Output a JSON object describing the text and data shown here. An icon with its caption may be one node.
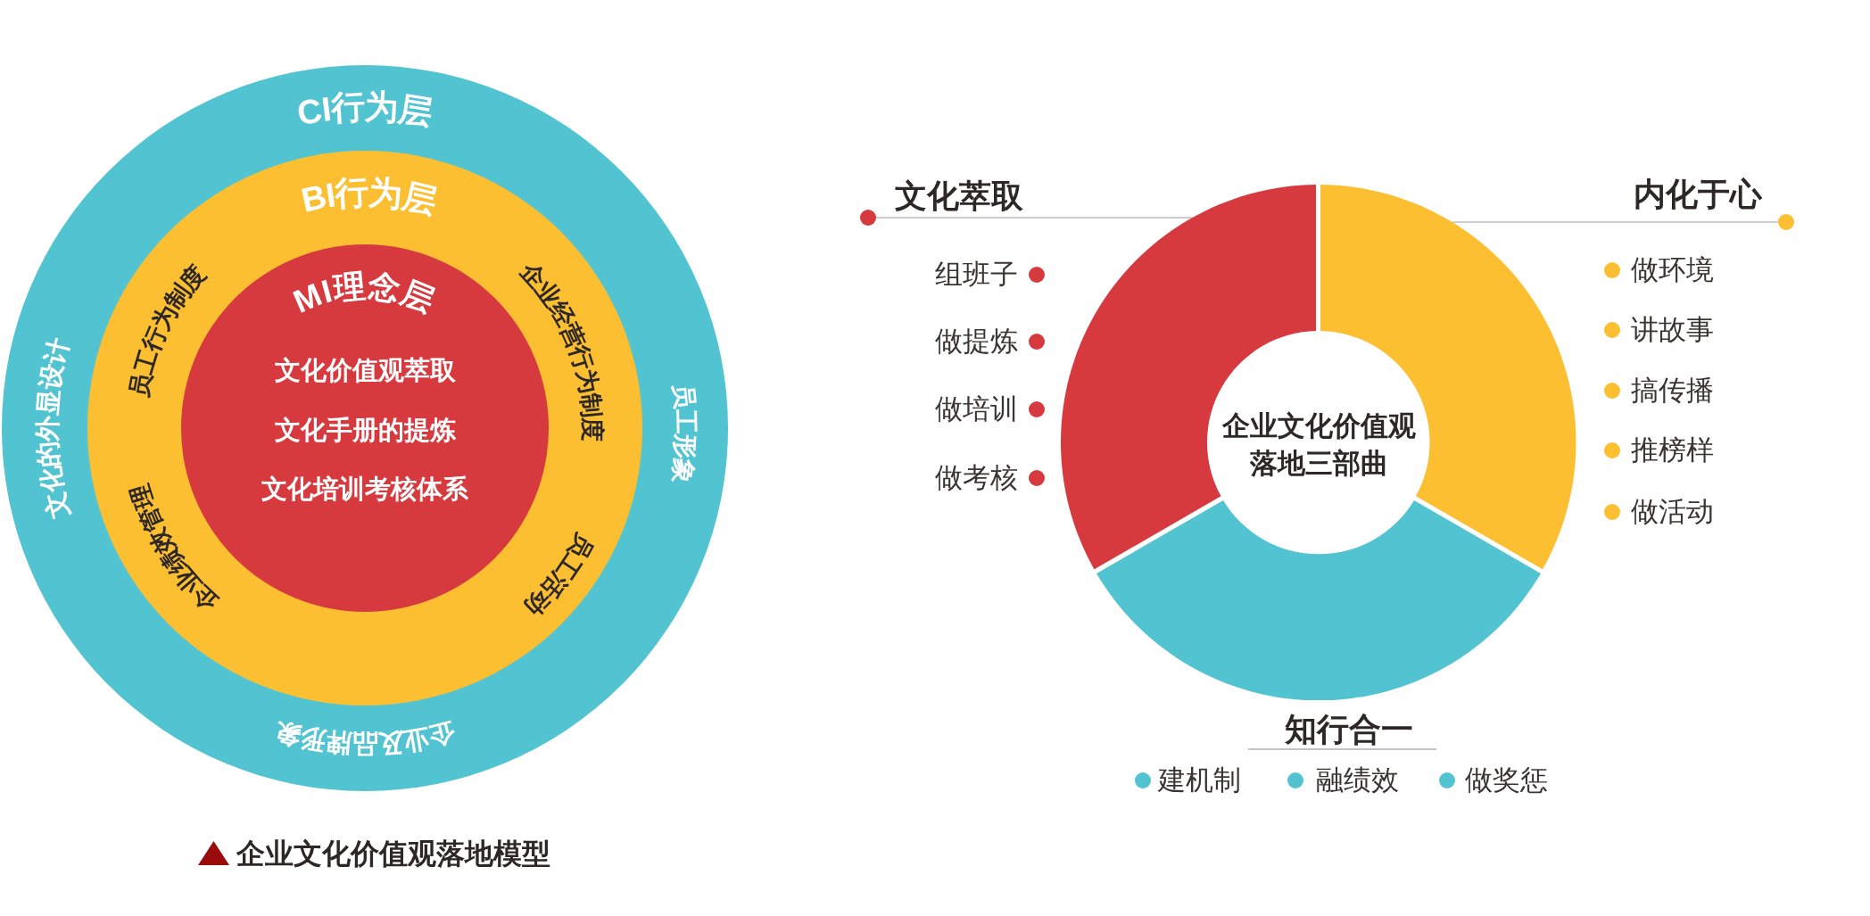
{
  "diagram": {
    "caption": "企业文化价值观落地模型",
    "nodes": [
      {
        "text": [
          "CI行为层",
          "文化的外显设计",
          "员工形象",
          "企业及品牌形象"
        ]
      },
      {
        "text": [
          "BI行为层",
          "员工行为制度",
          "企业经营行为制度",
          "企业绩效管理",
          "员工活动"
        ],
        "in": 0
      },
      {
        "text": [
          "MI理念层",
          "文化价值观萃取",
          "文化手册的提炼",
          "文化培训考核体系"
        ],
        "in": 1
      },
      {
        "text": [
          "文化萃取"
        ]
      },
      {
        "text": [
          "内化于心"
        ]
      },
      {
        "text": [],
        "shape": "arc"
      },
      {
        "text": [],
        "shape": "arc"
      },
      {
        "text": [],
        "shape": "arc",
        "beside": [
          "知行合一"
        ]
      },
      {
        "text": [
          "企业文化价值观落地三部曲"
        ]
      }
    ],
    "edges": [
      {
        "from": 3,
        "to": 5,
        "arrow": "other"
      },
      {
        "from": 4,
        "to": 6,
        "arrow": "other"
      }
    ],
    "labels": [
      "组班子",
      "做提炼",
      "做培训",
      "做考核",
      "做环境",
      "讲故事",
      "搞传播",
      "推榜样",
      "做活动",
      "建机制",
      "融绩效",
      "做奖惩"
    ]
  }
}
